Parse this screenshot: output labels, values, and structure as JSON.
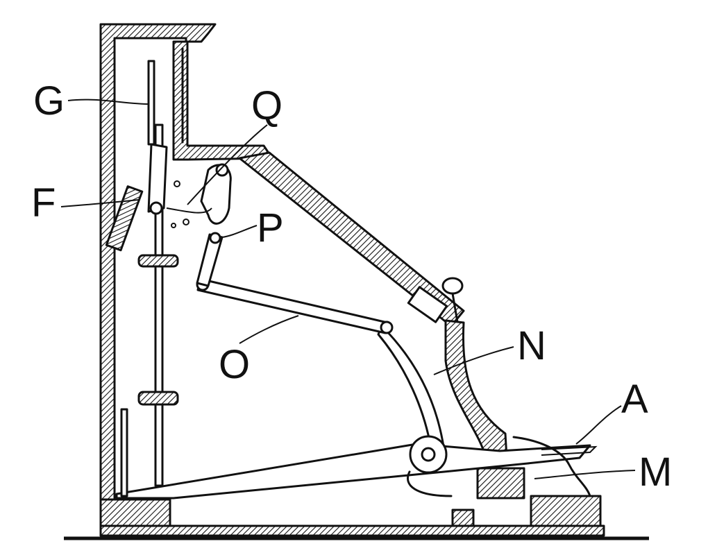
{
  "diagram": {
    "labels": {
      "G": "G",
      "Q": "Q",
      "F": "F",
      "P": "P",
      "O": "O",
      "N": "N",
      "A": "A",
      "M": "M"
    },
    "ink_color": "#111111",
    "background_color": "#ffffff"
  }
}
